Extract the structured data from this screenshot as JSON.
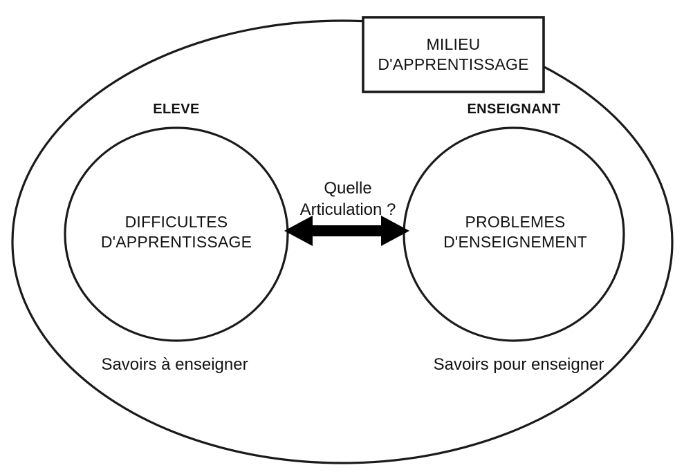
{
  "diagram": {
    "title_box": {
      "name": "milieu-box",
      "text": "MILIEU\nD'APPRENTISSAGE"
    },
    "outer_container": {
      "name": "outer-ellipse",
      "shape": "ellipse"
    },
    "left_group": {
      "heading": "ELEVE",
      "circle_text": "DIFFICULTES\nD'APPRENTISSAGE",
      "caption": "Savoirs à enseigner"
    },
    "right_group": {
      "heading": "ENSEIGNANT",
      "circle_text": "PROBLEMES\nD'ENSEIGNEMENT",
      "caption": "Savoirs pour enseigner"
    },
    "connector": {
      "name": "double-arrow",
      "label": "Quelle\nArticulation ?"
    },
    "colors": {
      "stroke": "#1a1a1a",
      "text": "#121212",
      "arrow": "#000000",
      "background": "#ffffff"
    }
  }
}
